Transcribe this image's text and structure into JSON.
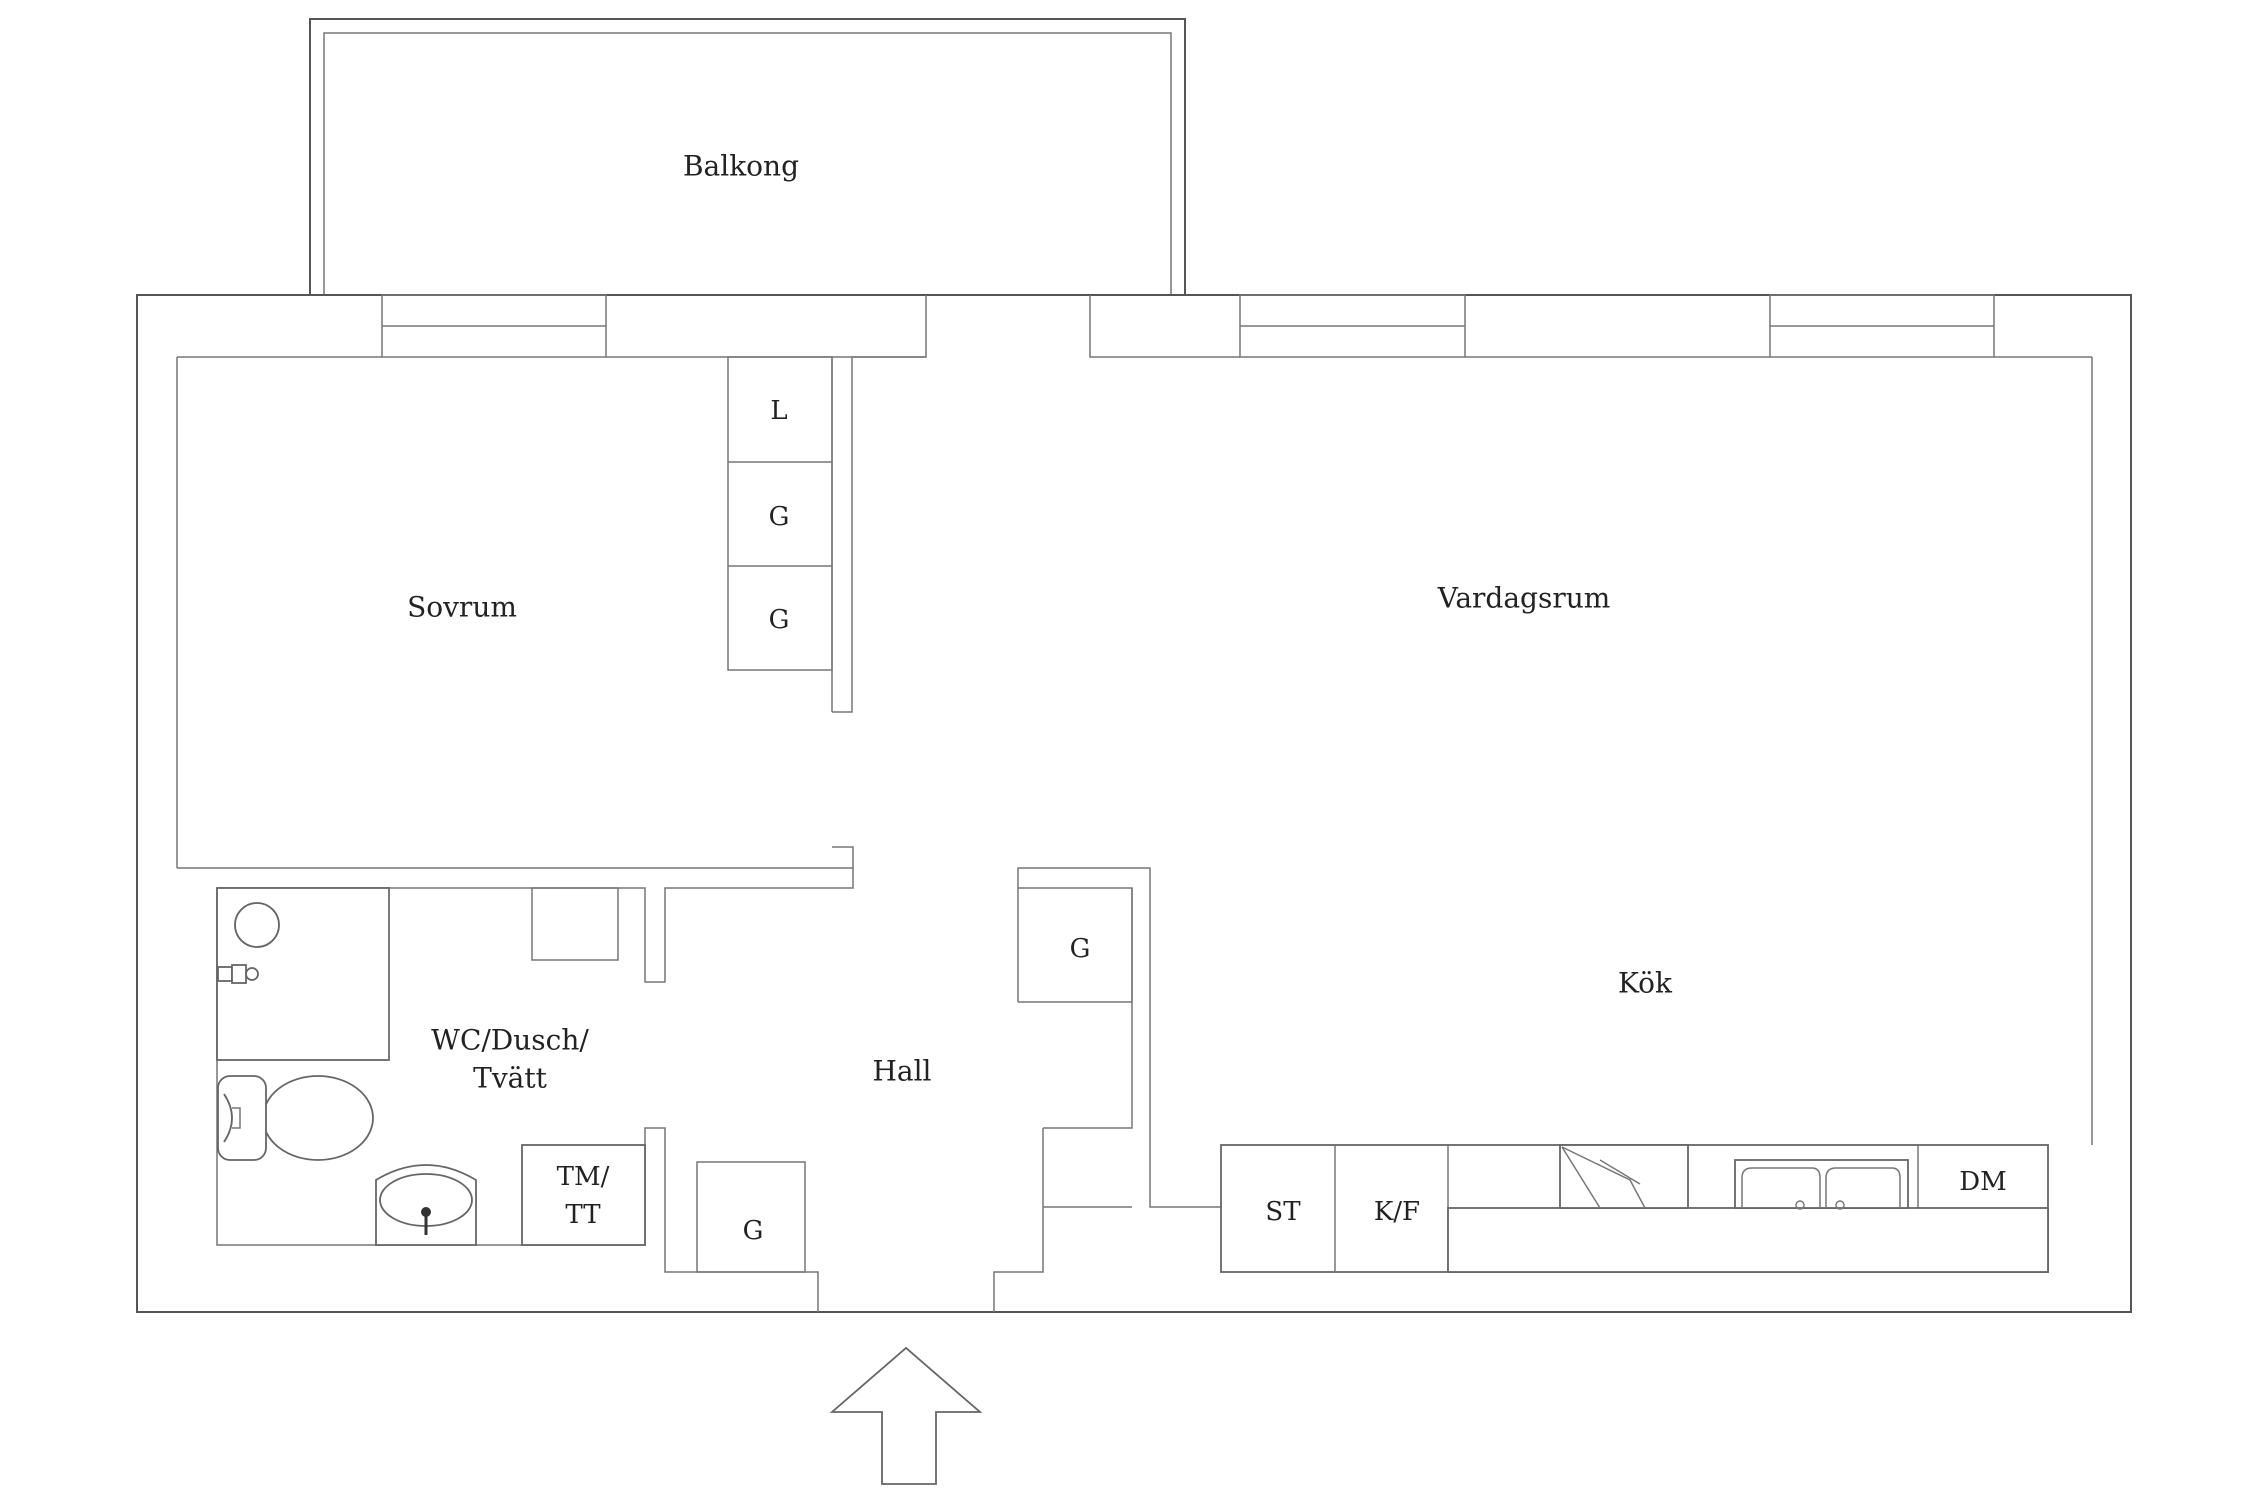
{
  "rooms": {
    "balkong": "Balkong",
    "sovrum": "Sovrum",
    "vardagsrum": "Vardagsrum",
    "kok": "Kök",
    "hall": "Hall",
    "wc_line1": "WC/Dusch/",
    "wc_line2": "Tvätt"
  },
  "closets": {
    "sovrum_l": "L",
    "sovrum_g1": "G",
    "sovrum_g2": "G",
    "hall_g_upper": "G",
    "hall_g_lower": "G"
  },
  "appliances": {
    "tmtt_line1": "TM/",
    "tmtt_line2": "TT",
    "stove": "ST",
    "fridge": "K/F",
    "dishwasher": "DM"
  },
  "icons": {
    "entrance": "entrance-arrow-icon",
    "toilet": "toilet-icon",
    "washbasin": "washbasin-icon",
    "shower": "shower-icon",
    "sink": "double-sink-icon"
  }
}
